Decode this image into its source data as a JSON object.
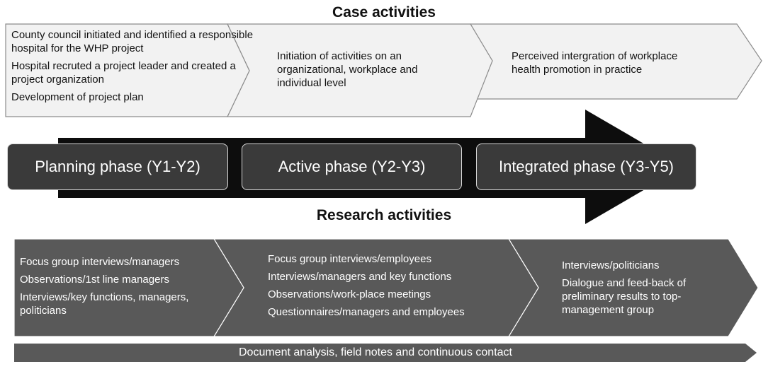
{
  "case_title": "Case activities",
  "case_activities": [
    {
      "items": [
        "County council initiated and identified a responsible hospital for the WHP project",
        "Hospital recruted a project leader and created a project organization",
        "Development of project plan"
      ]
    },
    {
      "items": [
        "Initiation of activities on an organizational, workplace and individual level"
      ]
    },
    {
      "items": [
        "Perceived intergration of workplace health promotion in practice"
      ]
    }
  ],
  "phases": [
    {
      "label": "Planning phase (Y1-Y2)"
    },
    {
      "label": "Active phase (Y2-Y3)"
    },
    {
      "label": "Integrated phase (Y3-Y5)"
    }
  ],
  "research_title": "Research activities",
  "research_activities": [
    {
      "items": [
        "Focus group interviews/managers",
        "Observations/1st line managers",
        "Interviews/key functions, managers, politicians"
      ]
    },
    {
      "items": [
        "Focus group interviews/employees",
        "Interviews/managers and key functions",
        "Observations/work-place meetings",
        "Questionnaires/managers and employees"
      ]
    },
    {
      "items": [
        "Interviews/politicians",
        "Dialogue and feed-back of preliminary results to top-management group"
      ]
    }
  ],
  "continuous_activity": "Document analysis, field notes and continuous contact",
  "colors": {
    "light_chevron_fill": "#f2f2f2",
    "light_chevron_stroke": "#8c8c8c",
    "dark_chevron_fill": "#595959",
    "arrow_fill": "#0d0d0d",
    "phase_box_fill": "#3a3a3a"
  }
}
